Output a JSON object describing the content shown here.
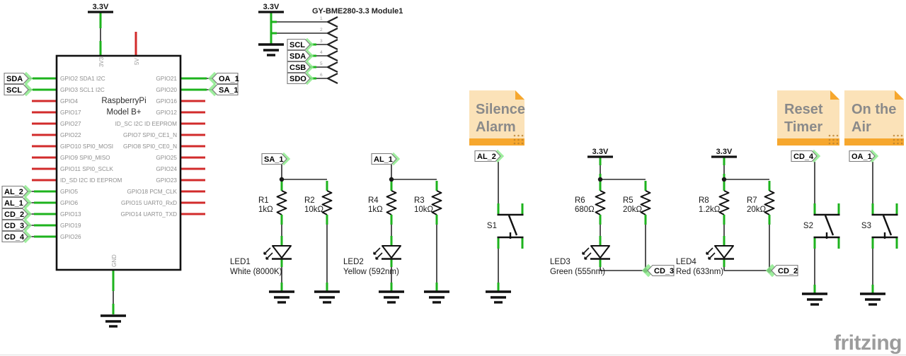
{
  "app": {
    "watermark": "fritzing"
  },
  "colors": {
    "wire_green": "#1db31d",
    "unconnected_red": "#d22b2b",
    "note_orange": "#f6a72e",
    "note_fill": "#fbe2b8",
    "pin_text_gray": "#8e8e8e"
  },
  "power": {
    "v33": "3.3V"
  },
  "raspi": {
    "title_line1": "RaspberryPi",
    "title_line2": "Model B+",
    "pin_3v3": "3V3",
    "pin_5v": "5V",
    "pin_gnd": "GND",
    "left_pins": [
      "GPIO2 SDA1 I2C",
      "GPIO3 SCL1 I2C",
      "GPIO4",
      "GPIO17",
      "GPIO27",
      "GPIO22",
      "GIPO10 SPI0_MOSI",
      "GPIO9 SPI0_MISO",
      "GPIO11 SPI0_SCLK",
      "ID_SD I2C ID EEPROM",
      "GPIO5",
      "GPIO6",
      "GPIO13",
      "GPIO19",
      "GPIO26"
    ],
    "right_pins": [
      "GPIO21",
      "GPIO20",
      "GPIO16",
      "GPIO12",
      "ID_SC I2C ID EEPROM",
      "GPIO7 SPI0_CE1_N",
      "GPIO8 SPI0_CE0_N",
      "GPIO25",
      "GPIO24",
      "GPIO23",
      "GPIO18 PCM_CLK",
      "GPIO15 UART0_RxD",
      "GPIO14 UART0_TXD"
    ]
  },
  "bme280": {
    "title": "GY-BME280-3.3 Module1",
    "pins": [
      "1",
      "2",
      "3",
      "4",
      "5",
      "6"
    ]
  },
  "labels": {
    "sda": "SDA",
    "scl": "SCL",
    "csb": "CSB",
    "sdo": "SDO",
    "al1": "AL_1",
    "al2": "AL_2",
    "cd2": "CD_2",
    "cd3": "CD_3",
    "cd4": "CD_4",
    "oa1": "OA_1",
    "sa1": "SA_1"
  },
  "resistors": {
    "r1": {
      "ref": "R1",
      "value": "1kΩ"
    },
    "r2": {
      "ref": "R2",
      "value": "10kΩ"
    },
    "r3": {
      "ref": "R3",
      "value": "10kΩ"
    },
    "r4": {
      "ref": "R4",
      "value": "1kΩ"
    },
    "r5": {
      "ref": "R5",
      "value": "20kΩ"
    },
    "r6": {
      "ref": "R6",
      "value": "680Ω"
    },
    "r7": {
      "ref": "R7",
      "value": "20kΩ"
    },
    "r8": {
      "ref": "R8",
      "value": "1.2kΩ"
    }
  },
  "leds": {
    "led1": {
      "ref": "LED1",
      "desc": "White (8000K)"
    },
    "led2": {
      "ref": "LED2",
      "desc": "Yellow (592nm)"
    },
    "led3": {
      "ref": "LED3",
      "desc": "Green (555nm)"
    },
    "led4": {
      "ref": "LED4",
      "desc": "Red (633nm)"
    }
  },
  "switches": {
    "s1": "S1",
    "s2": "S2",
    "s3": "S3"
  },
  "notes": {
    "silence": {
      "line1": "Silence",
      "line2": "Alarm"
    },
    "reset": {
      "line1": "Reset",
      "line2": "Timer"
    },
    "onair": {
      "line1": "On the",
      "line2": "Air"
    }
  }
}
